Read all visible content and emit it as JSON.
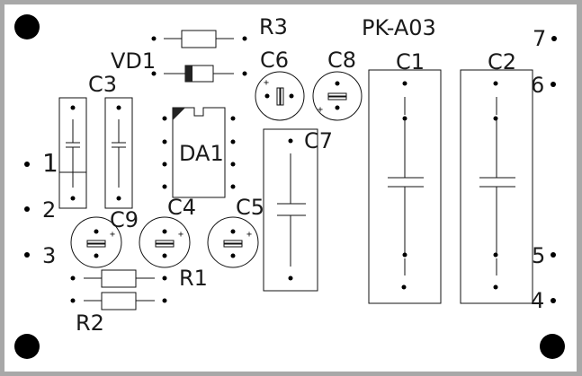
{
  "board": {
    "title": "PK-A03",
    "background_color": "#ffffff",
    "frame_color": "#a8a8a8",
    "ink_color": "#111111"
  },
  "components": {
    "R3": {
      "label": "R3",
      "type": "resistor"
    },
    "VD1": {
      "label": "VD1",
      "type": "diode"
    },
    "C3": {
      "label": "C3",
      "type": "capacitor-pair"
    },
    "DA1": {
      "label": "DA1",
      "type": "ic-dip8"
    },
    "C6": {
      "label": "C6",
      "type": "electrolytic-capacitor",
      "polarity_mark": "+"
    },
    "C8": {
      "label": "C8",
      "type": "electrolytic-capacitor",
      "polarity_mark": "+"
    },
    "C7": {
      "label": "C7",
      "type": "capacitor"
    },
    "C1": {
      "label": "C1",
      "type": "capacitor"
    },
    "C2": {
      "label": "C2",
      "type": "capacitor"
    },
    "C9": {
      "label": "C9",
      "type": "electrolytic-capacitor",
      "polarity_mark": "+"
    },
    "C4": {
      "label": "C4",
      "type": "electrolytic-capacitor",
      "polarity_mark": "+"
    },
    "C5": {
      "label": "C5",
      "type": "electrolytic-capacitor",
      "polarity_mark": "+"
    },
    "R1": {
      "label": "R1",
      "type": "resistor"
    },
    "R2": {
      "label": "R2",
      "type": "resistor"
    }
  },
  "terminals": [
    {
      "label": "1"
    },
    {
      "label": "2"
    },
    {
      "label": "3"
    },
    {
      "label": "4"
    },
    {
      "label": "5"
    },
    {
      "label": "6"
    },
    {
      "label": "7"
    }
  ]
}
